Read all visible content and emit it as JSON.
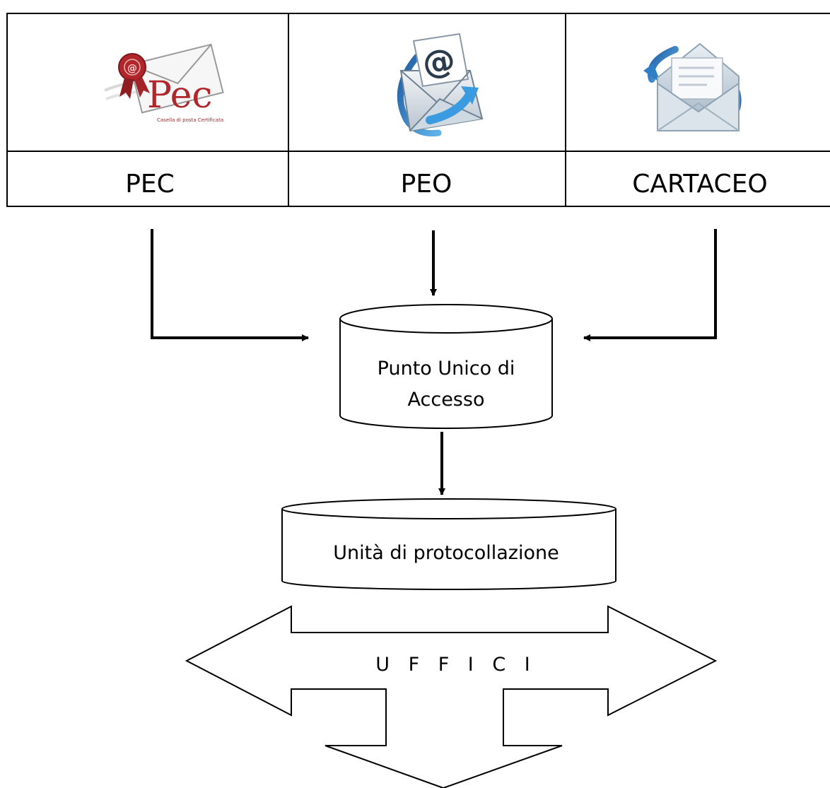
{
  "channels": [
    {
      "id": "pec",
      "label": "PEC",
      "icon": "pec-certified-mail-icon"
    },
    {
      "id": "peo",
      "label": "PEO",
      "icon": "email-at-envelope-icon"
    },
    {
      "id": "cartaceo",
      "label": "CARTACEO",
      "icon": "paper-mail-envelope-icon"
    }
  ],
  "pec_logo": {
    "wordmark": "Pec",
    "tagline": "Casella di posta Certificata"
  },
  "peo_logo": {
    "glyph": "@"
  },
  "nodes": {
    "access_point": {
      "line1": "Punto Unico di",
      "line2": "Accesso"
    },
    "protocol_unit": {
      "label": "Unità di protocollazione"
    }
  },
  "offices": {
    "label": "U F F I C I"
  },
  "colors": {
    "pec_red": "#b0262b",
    "envelope_blue": "#2f7fc4",
    "line": "#000000"
  }
}
